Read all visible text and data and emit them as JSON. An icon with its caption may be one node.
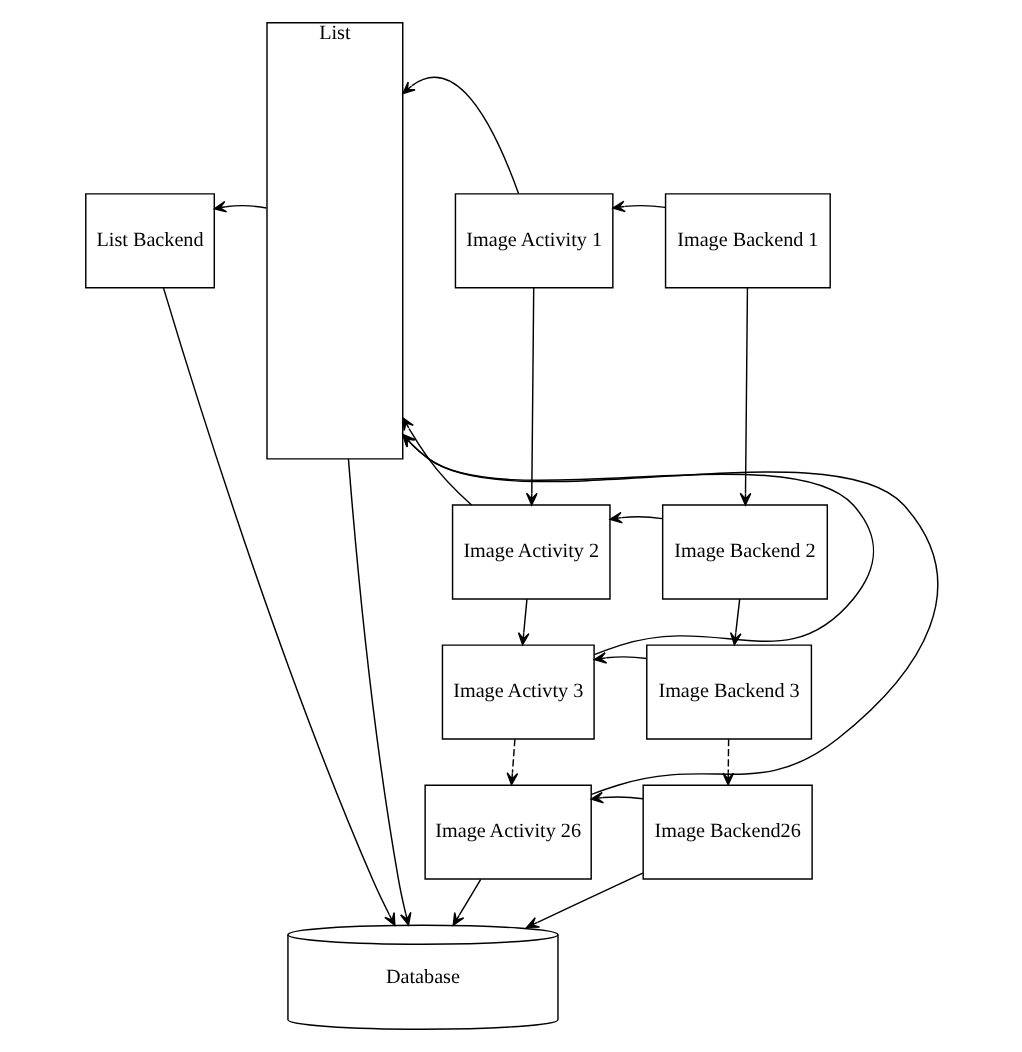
{
  "diagram": {
    "nodes": [
      {
        "text": [
          "List Backend"
        ]
      },
      {
        "text": [
          "List"
        ]
      },
      {
        "text": [
          "Image Activity 1"
        ]
      },
      {
        "text": [
          "Image Backend 1"
        ]
      },
      {
        "text": [
          "Image Activity 2"
        ]
      },
      {
        "text": [
          "Image Backend 2"
        ]
      },
      {
        "text": [
          "Image Activty 3"
        ]
      },
      {
        "text": [
          "Image Backend 3"
        ]
      },
      {
        "text": [
          "Image Activity 26"
        ]
      },
      {
        "text": [
          "Image Backend26"
        ]
      },
      {
        "text": [
          "Database"
        ]
      }
    ],
    "edges": [
      {
        "from": 1,
        "to": 0,
        "arrow": "to"
      },
      {
        "from": 2,
        "to": 1,
        "arrow": "to"
      },
      {
        "from": 3,
        "to": 2,
        "arrow": "to"
      },
      {
        "from": 2,
        "to": 4,
        "arrow": "to"
      },
      {
        "from": 3,
        "to": 5,
        "arrow": "to"
      },
      {
        "from": 4,
        "to": 1,
        "arrow": "to"
      },
      {
        "from": 5,
        "to": 4,
        "arrow": "to"
      },
      {
        "from": 4,
        "to": 6,
        "arrow": "to"
      },
      {
        "from": 5,
        "to": 7,
        "arrow": "to"
      },
      {
        "from": 6,
        "to": 1,
        "arrow": "to"
      },
      {
        "from": 7,
        "to": 6,
        "arrow": "to"
      },
      {
        "from": 6,
        "to": 8,
        "arrow": "to",
        "style": "dashed"
      },
      {
        "from": 7,
        "to": 9,
        "arrow": "to",
        "style": "dashed"
      },
      {
        "from": 8,
        "to": 1,
        "arrow": "to"
      },
      {
        "from": 9,
        "to": 8,
        "arrow": "to"
      },
      {
        "from": 0,
        "to": 10,
        "arrow": "to"
      },
      {
        "from": 1,
        "to": 10,
        "arrow": "to"
      },
      {
        "from": 8,
        "to": 10,
        "arrow": "to"
      },
      {
        "from": 9,
        "to": 10,
        "arrow": "to"
      }
    ]
  }
}
